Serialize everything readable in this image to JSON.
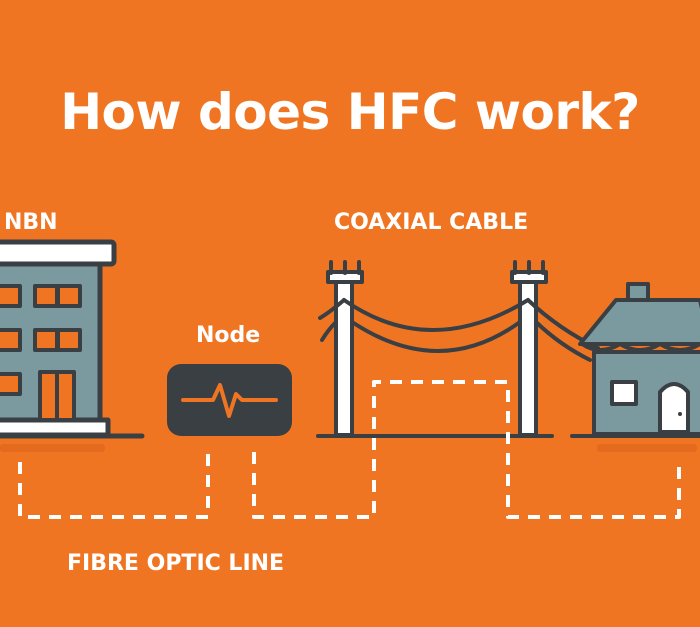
{
  "title": "How does HFC work?",
  "labels": {
    "nbn": "NBN",
    "coaxial_cable": "COAXIAL CABLE",
    "node": "Node",
    "fibre_optic_line": "FIBRE OPTIC LINE"
  },
  "colors": {
    "background": "#F07522",
    "outline": "#3A3F44",
    "building_fill": "#7A9AA0",
    "node_box": "#3A3F44",
    "signal_line": "#F07522",
    "dashed_line": "#FFFFFF",
    "ground_shadow": "#E0631A"
  },
  "icons": [
    "nbn-building-icon",
    "node-box-icon",
    "utility-pole-icon",
    "house-icon"
  ]
}
